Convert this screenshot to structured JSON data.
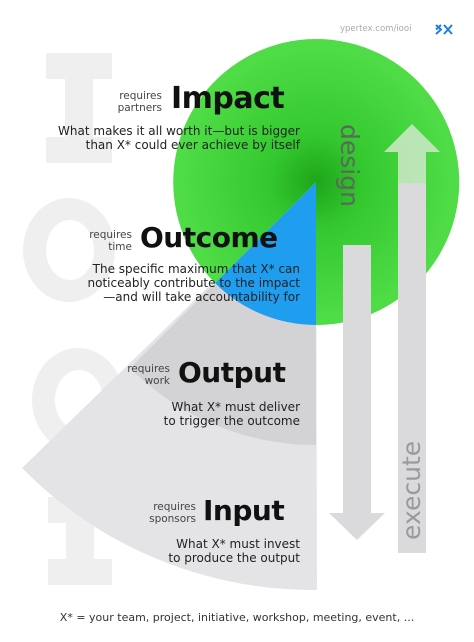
{
  "header": {
    "url": "ypertex.com/iooi",
    "logo_text": "YX"
  },
  "watermark": {
    "letters": [
      "I",
      "O",
      "O",
      "I"
    ]
  },
  "axis": {
    "design_label": "design",
    "execute_label": "execute"
  },
  "stages": [
    {
      "key": "impact",
      "requires": [
        "requires",
        "partners"
      ],
      "title": "Impact",
      "description": [
        "What makes it all worth it—but is bigger",
        "than X* could ever achieve by itself"
      ]
    },
    {
      "key": "outcome",
      "requires": [
        "requires",
        "time"
      ],
      "title": "Outcome",
      "description": [
        "The specific maximum that X* can",
        "noticeably contribute to the impact",
        "—and will take accountability for"
      ]
    },
    {
      "key": "output",
      "requires": [
        "requires",
        "work"
      ],
      "title": "Output",
      "description": [
        "What X* must deliver",
        "to trigger the outcome"
      ]
    },
    {
      "key": "input",
      "requires": [
        "requires",
        "sponsors"
      ],
      "title": "Input",
      "description": [
        "What X* must invest",
        "to produce the output"
      ]
    }
  ],
  "footer": {
    "text": "X* = your team, project, initiative, workshop, meeting, event, ..."
  },
  "colors": {
    "impact_green": "#3fd33b",
    "impact_green_dark": "#1fa81c",
    "outcome_blue": "#1f9ef0",
    "output_gray": "#d2d2d4",
    "input_gray": "#e3e3e5",
    "arrow_gray": "#d9d9db",
    "watermark_gray": "#efefef"
  }
}
